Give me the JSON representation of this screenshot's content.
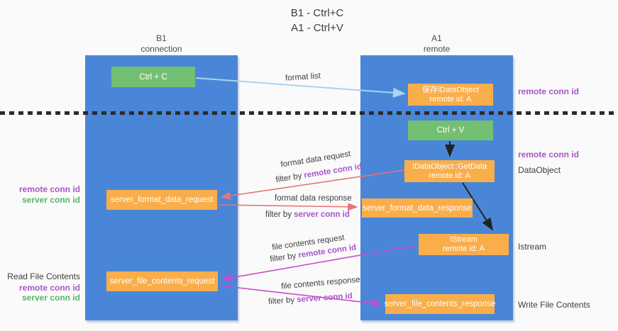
{
  "title": {
    "line1": "B1 - Ctrl+C",
    "line2": "A1 - Ctrl+V"
  },
  "lanes": {
    "b1": {
      "name": "B1",
      "subtitle": "connection"
    },
    "a1": {
      "name": "A1",
      "subtitle": "remote"
    }
  },
  "boxes": {
    "ctrl_c": {
      "label": "Ctrl + C"
    },
    "saved_idataobject": {
      "title": "保存IDataObject",
      "subtitle": "remote id: A"
    },
    "ctrl_v": {
      "label": "Ctrl + V"
    },
    "idataobject_getdata": {
      "title": "IDataObject::GetData",
      "subtitle": "remote id: A"
    },
    "server_format_data_request": {
      "label": "server_format_data_request"
    },
    "server_format_data_response": {
      "label": "server_format_data_response"
    },
    "istream": {
      "title": "IStream",
      "subtitle": "remote id: A"
    },
    "server_file_contents_request": {
      "label": "server_file_contents_request"
    },
    "server_file_contents_response": {
      "label": "server_file_contents_response"
    }
  },
  "flows": {
    "format_list": {
      "label": "format list"
    },
    "format_data_request": {
      "label": "format data request",
      "filter_prefix": "filter by ",
      "filter_id": "remote conn id"
    },
    "format_data_response": {
      "label": "format data response",
      "filter_prefix": "filter by ",
      "filter_id": "server conn id"
    },
    "file_contents_request": {
      "label": "file contents request",
      "filter_prefix": "filter by ",
      "filter_id": "remote conn id"
    },
    "file_contents_response": {
      "label": "file contents response",
      "filter_prefix": "filter by ",
      "filter_id": "server conn id"
    }
  },
  "right_labels": [
    {
      "text": "remote conn id",
      "style": "purple"
    },
    {
      "text": "remote conn id",
      "style": "purple"
    },
    {
      "text": "DataObject",
      "style": "plain"
    },
    {
      "text": "Istream",
      "style": "plain"
    },
    {
      "text": "Write File Contents",
      "style": "plain"
    }
  ],
  "left_labels": [
    {
      "text": "remote conn id",
      "style": "purple"
    },
    {
      "text": "server conn id",
      "style": "green"
    },
    {
      "text": "Read File Contents",
      "style": "plain"
    },
    {
      "text": "remote conn id",
      "style": "purple"
    },
    {
      "text": "server conn id",
      "style": "green"
    }
  ],
  "colors": {
    "lane_blue": "#4a86d8",
    "box_orange": "#f9ae4b",
    "box_green": "#74c072",
    "arrow_light_blue": "#a9d3f2",
    "arrow_red": "#e87373",
    "arrow_magenta": "#cb4bcb",
    "arrow_black": "#222222",
    "conn_id_purple": "#a855c8",
    "conn_id_green": "#55b667"
  }
}
